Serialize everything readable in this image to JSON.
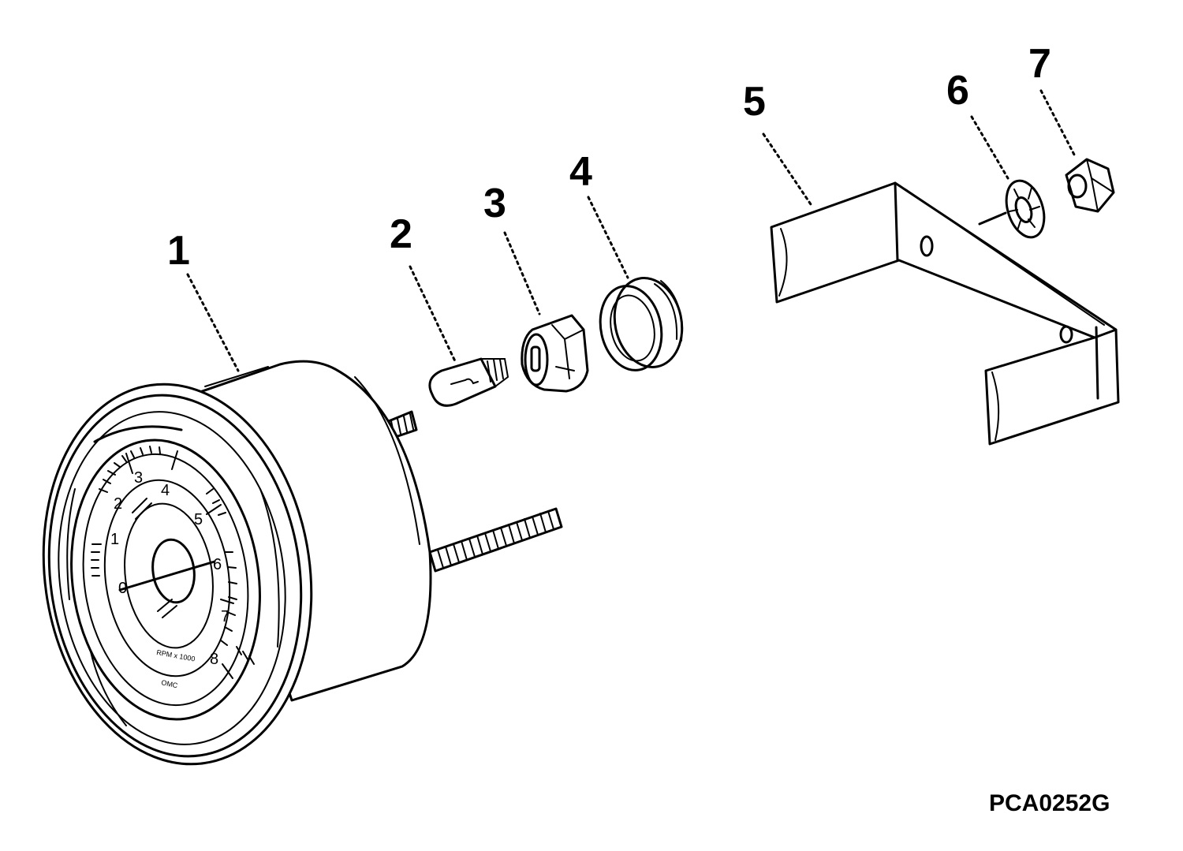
{
  "figure": {
    "code": "PCA0252G",
    "callouts": [
      "1",
      "2",
      "3",
      "4",
      "5",
      "6",
      "7"
    ]
  },
  "gauge": {
    "dial_numbers": [
      "0",
      "1",
      "2",
      "3",
      "4",
      "5",
      "6",
      "7",
      "8"
    ],
    "fine_print": "RPM x 1000",
    "brand": "OMC"
  },
  "colors": {
    "line": "#000000",
    "background": "#ffffff"
  },
  "parts": [
    {
      "callout": "1",
      "icon": "tachometer-gauge-icon"
    },
    {
      "callout": "2",
      "icon": "bulb-icon"
    },
    {
      "callout": "3",
      "icon": "bulb-socket-icon"
    },
    {
      "callout": "4",
      "icon": "grommet-icon"
    },
    {
      "callout": "5",
      "icon": "mounting-bracket-icon"
    },
    {
      "callout": "6",
      "icon": "lock-washer-icon"
    },
    {
      "callout": "7",
      "icon": "hex-nut-icon"
    }
  ]
}
